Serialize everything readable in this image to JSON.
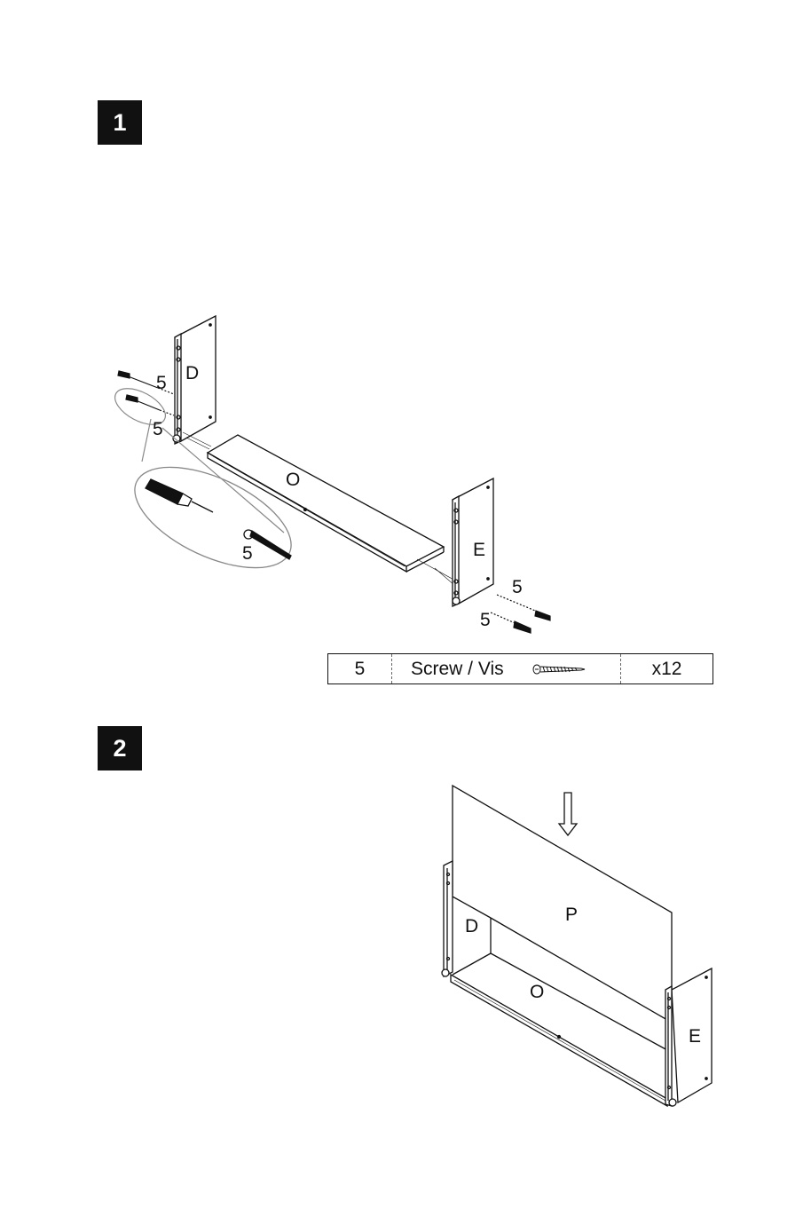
{
  "steps": [
    {
      "number": "1"
    },
    {
      "number": "2"
    }
  ],
  "step1": {
    "panel_labels": {
      "left_side": "D",
      "bottom": "O",
      "right_side": "E"
    },
    "screw_callouts": [
      "5",
      "5",
      "5",
      "5",
      "5"
    ]
  },
  "hardware": {
    "id": "5",
    "name": "Screw / Vis",
    "quantity": "x12"
  },
  "step2": {
    "panel_labels": {
      "back": "P",
      "left_side": "D",
      "bottom": "O",
      "right_side": "E"
    }
  }
}
